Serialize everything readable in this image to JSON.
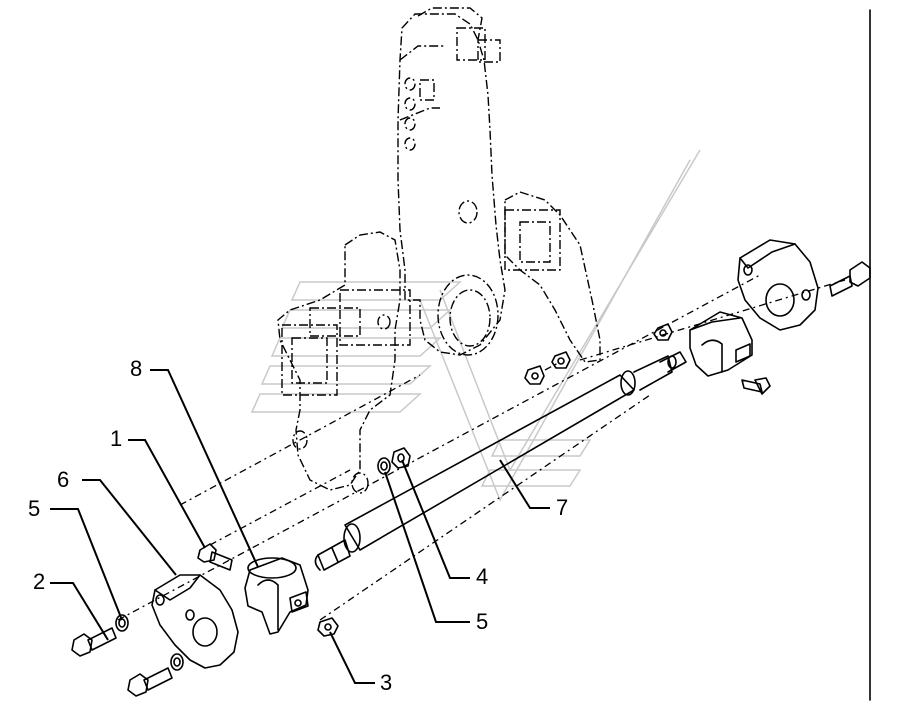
{
  "callouts": [
    {
      "id": "1",
      "label": "1"
    },
    {
      "id": "2",
      "label": "2"
    },
    {
      "id": "3",
      "label": "3"
    },
    {
      "id": "4",
      "label": "4"
    },
    {
      "id": "5a",
      "label": "5"
    },
    {
      "id": "5b",
      "label": "5"
    },
    {
      "id": "6",
      "label": "6"
    },
    {
      "id": "7",
      "label": "7"
    },
    {
      "id": "8",
      "label": "8"
    }
  ]
}
